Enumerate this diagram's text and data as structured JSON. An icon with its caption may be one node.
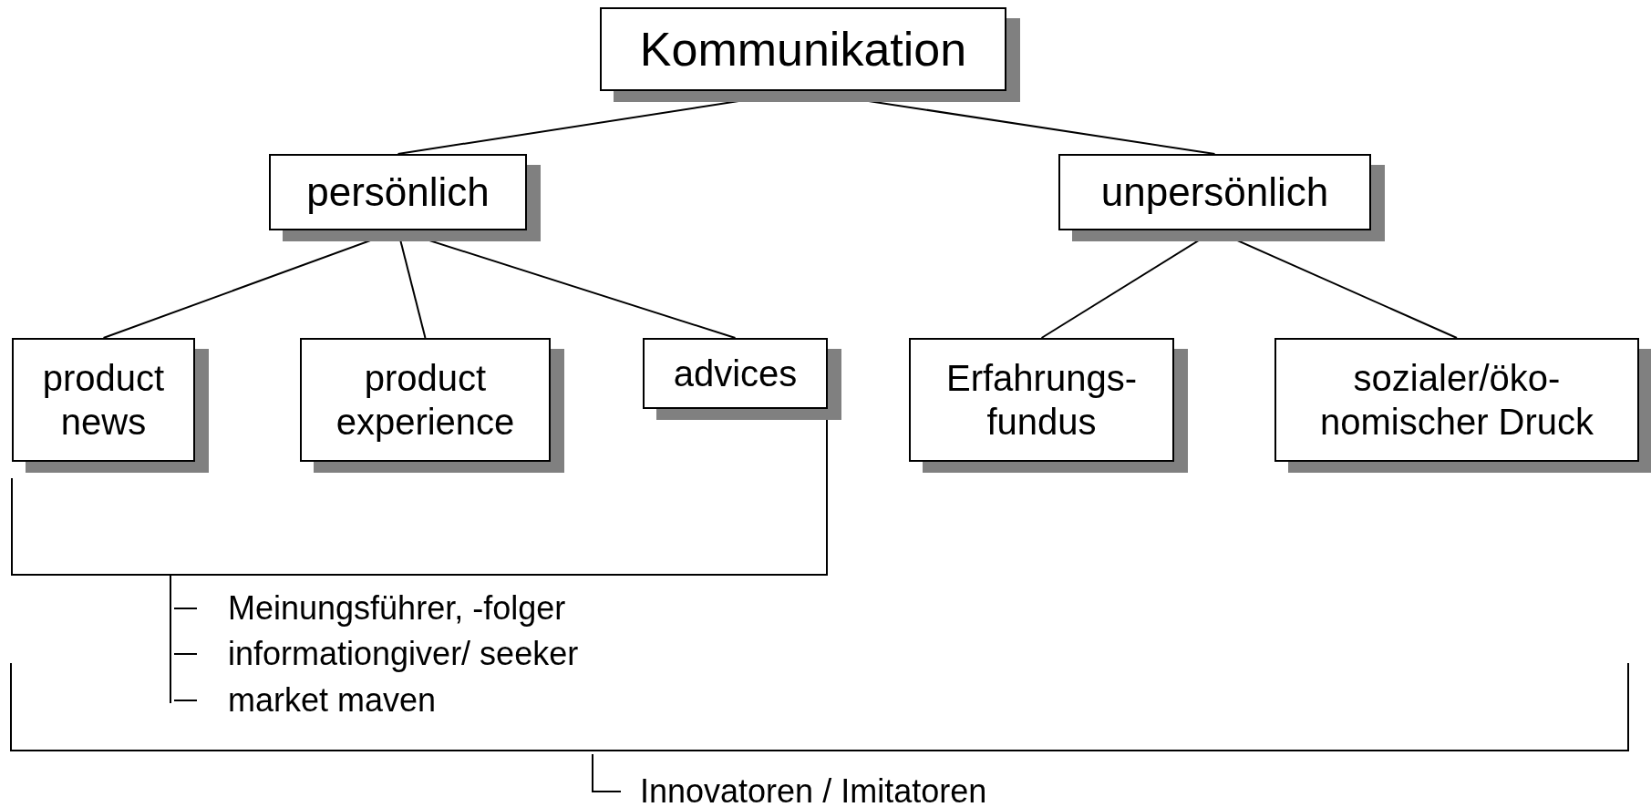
{
  "diagram": {
    "nodes": [
      {
        "text": [
          "Kommunikation"
        ]
      },
      {
        "text": [
          "persönlich"
        ]
      },
      {
        "text": [
          "unpersönlich"
        ]
      },
      {
        "text": [
          "product news"
        ]
      },
      {
        "text": [
          "product experience"
        ]
      },
      {
        "text": [
          "advices"
        ]
      },
      {
        "text": [
          "Erfahrungs- fundus"
        ]
      },
      {
        "text": [
          "sozialer/öko- nomischer Druck"
        ]
      }
    ],
    "edges": [
      {
        "from": 0,
        "to": 1,
        "arrow": "none"
      },
      {
        "from": 0,
        "to": 2,
        "arrow": "none"
      },
      {
        "from": 1,
        "to": 3,
        "arrow": "none"
      },
      {
        "from": 1,
        "to": 4,
        "arrow": "none"
      },
      {
        "from": 1,
        "to": 5,
        "arrow": "none"
      },
      {
        "from": 2,
        "to": 6,
        "arrow": "none"
      },
      {
        "from": 2,
        "to": 7,
        "arrow": "none"
      }
    ],
    "labels": [
      "Meinungsführer, -folger",
      "informationgiver/ seeker",
      "market maven",
      "Innovatoren / Imitatoren"
    ]
  }
}
